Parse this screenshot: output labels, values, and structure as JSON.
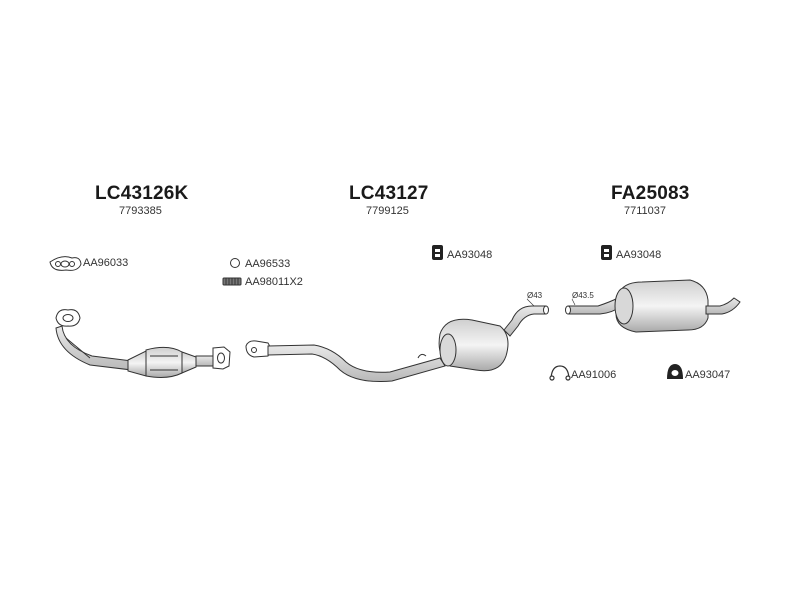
{
  "sections": [
    {
      "part_number": "LC43126K",
      "oe_number": "7793385"
    },
    {
      "part_number": "LC43127",
      "oe_number": "7799125"
    },
    {
      "part_number": "FA25083",
      "oe_number": "7711037"
    }
  ],
  "accessories": {
    "gasket_1": "AA96033",
    "ring": "AA96533",
    "spring_bolts": "AA98011X2",
    "rubber_mount_1": "AA93048",
    "rubber_mount_2": "AA93048",
    "clamp": "AA91006",
    "rubber_mount_3": "AA93047"
  },
  "dimensions": {
    "d1": "Ø43",
    "d2": "Ø43.5"
  }
}
